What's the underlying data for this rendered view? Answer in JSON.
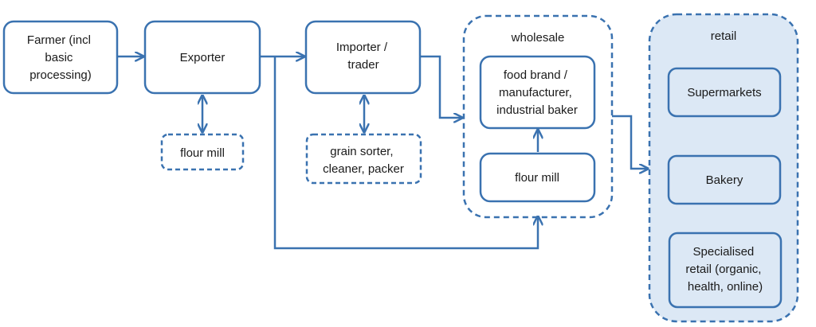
{
  "diagram": {
    "colors": {
      "stroke": "#3a72b0",
      "retail_fill": "#dce8f5",
      "text": "#1a1a1a"
    },
    "nodes": {
      "farmer": {
        "lines": [
          "Farmer (incl",
          "basic",
          "processing)"
        ]
      },
      "exporter": {
        "lines": [
          "Exporter"
        ]
      },
      "flour_mill_export": {
        "lines": [
          "flour mill"
        ]
      },
      "importer": {
        "lines": [
          "Importer /",
          "trader"
        ]
      },
      "grain_sorter": {
        "lines": [
          "grain sorter,",
          "cleaner, packer"
        ]
      },
      "food_brand": {
        "lines": [
          "food brand /",
          "manufacturer,",
          "industrial baker"
        ]
      },
      "flour_mill_wholesale": {
        "lines": [
          "flour mill"
        ]
      },
      "supermarkets": {
        "lines": [
          "Supermarkets"
        ]
      },
      "bakery": {
        "lines": [
          "Bakery"
        ]
      },
      "specialised_retail": {
        "lines": [
          "Specialised",
          "retail (organic,",
          "health, online)"
        ]
      }
    },
    "groups": {
      "wholesale": {
        "label": "wholesale"
      },
      "retail": {
        "label": "retail"
      }
    }
  }
}
